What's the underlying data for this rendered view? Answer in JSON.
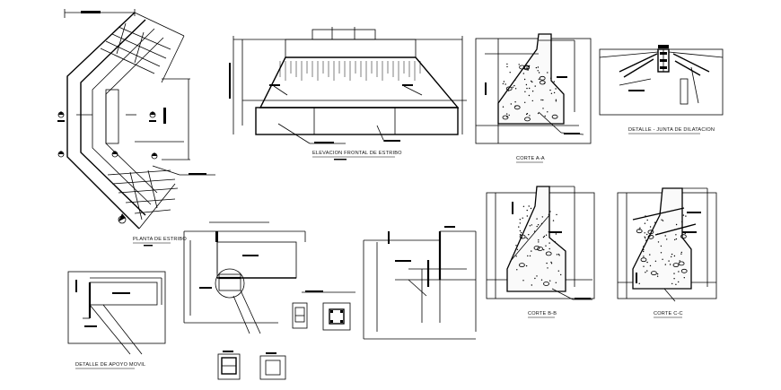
{
  "sheet": {
    "views": [
      {
        "id": "plan",
        "caption": "PLANTA DE ESTRIBO"
      },
      {
        "id": "front-elevation",
        "caption": "ELEVACION FRONTAL DE ESTRIBO"
      },
      {
        "id": "section-a",
        "caption": "CORTE A-A"
      },
      {
        "id": "joint-detail",
        "caption": "DETALLE - JUNTA DE DILATACION"
      },
      {
        "id": "section-b",
        "caption": "CORTE B-B"
      },
      {
        "id": "section-c",
        "caption": "CORTE C-C"
      },
      {
        "id": "bearing-detail",
        "caption": "DETALLE DE APOYO MOVIL"
      }
    ],
    "colors": {
      "ink": "#000000",
      "paper": "#ffffff"
    },
    "icons": [
      "section-marker-icon",
      "north-arrow-icon"
    ]
  }
}
